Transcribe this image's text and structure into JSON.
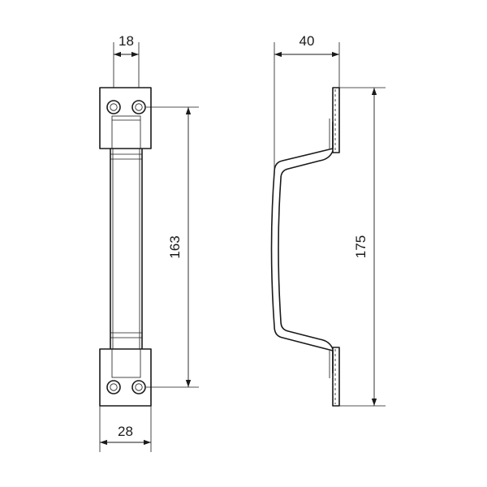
{
  "dimensions": {
    "hole_spacing_width": "18",
    "base_width": "28",
    "hole_center_distance": "163",
    "projection_depth": "40",
    "overall_length": "175"
  },
  "colors": {
    "line": "#1a1a1a",
    "background": "#ffffff"
  }
}
